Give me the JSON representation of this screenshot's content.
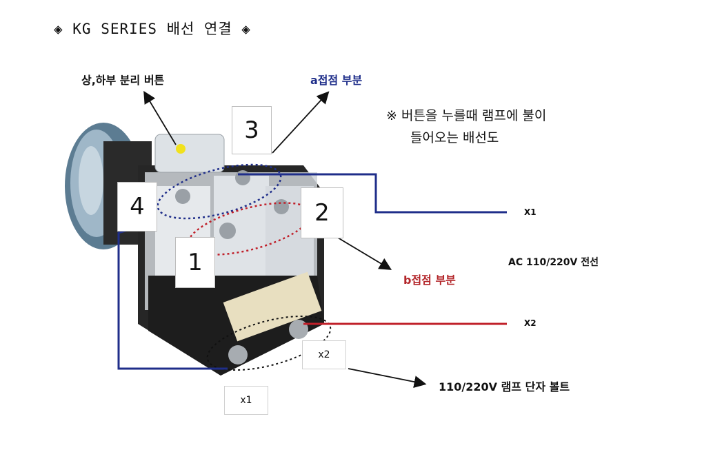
{
  "title": "◈ KG SERIES 배선 연결 ◈",
  "labels": {
    "separator_button": "상,하부 분리 버튼",
    "a_contact": "a접점 부분",
    "b_contact": "b접점 부분",
    "ac_wire": "AC 110/220V 전선",
    "lamp_bolt": "110/220V 램프 단자 볼트",
    "x1_wire": "X1",
    "x2_wire": "X2"
  },
  "note": {
    "line1": "※  버튼을 누를때 램프에 불이",
    "line2": "들어오는 배선도"
  },
  "terminal_numbers": [
    "1",
    "2",
    "3",
    "4"
  ],
  "terminal_boxes": [
    "x1",
    "x2"
  ],
  "colors": {
    "blue_wire": "#1f2e8a",
    "red_wire": "#c0202a",
    "a_label": "#1f2e8a",
    "b_label": "#b3262a"
  }
}
